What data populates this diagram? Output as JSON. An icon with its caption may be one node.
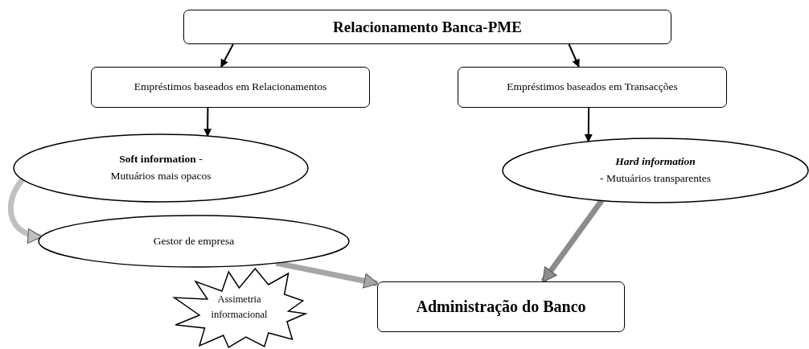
{
  "diagram": {
    "nodes": [
      {
        "text": [
          "Relacionamento Banca-PME"
        ]
      },
      {
        "text": [
          "Empréstimos baseados em Relacionamentos"
        ]
      },
      {
        "text": [
          "Empréstimos baseados em Transacções"
        ]
      },
      {
        "text": [
          "**Soft information** -",
          "Mutuários mais opacos"
        ]
      },
      {
        "text": [
          "Hard information",
          "- Mutuários transparentes"
        ]
      },
      {
        "text": [
          "Gestor de empresa"
        ]
      },
      {
        "text": [
          "Assimetria informacional"
        ]
      },
      {
        "text": [
          "Administração do Banco"
        ]
      }
    ],
    "edges": [
      {
        "from": 0,
        "to": 1,
        "arrow": "to"
      },
      {
        "from": 0,
        "to": 2,
        "arrow": "to"
      },
      {
        "from": 1,
        "to": 3,
        "arrow": "to"
      },
      {
        "from": 2,
        "to": 4,
        "arrow": "to"
      },
      {
        "from": 3,
        "to": 5,
        "arrow": "to",
        "style": "thick",
        "color": "#c0c0c0"
      },
      {
        "from": 5,
        "to": 7,
        "arrow": "to",
        "style": "thick",
        "color": "#a6a6a6"
      },
      {
        "from": 4,
        "to": 7,
        "arrow": "to",
        "style": "thick",
        "color": "#8c8c8c"
      }
    ]
  }
}
